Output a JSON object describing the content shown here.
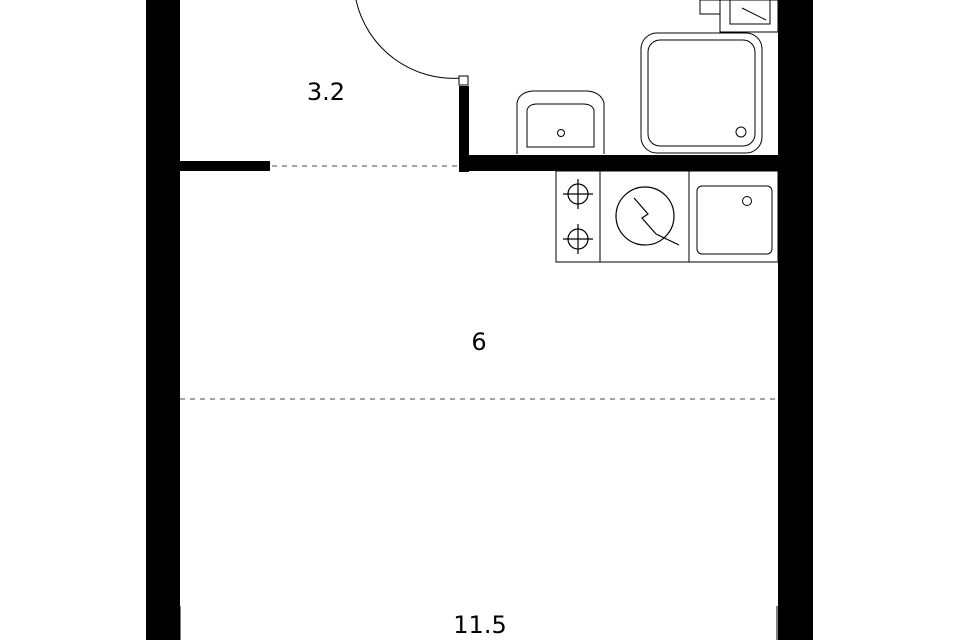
{
  "floor_plan": {
    "rooms": [
      {
        "id": "hall",
        "area_label": "3.2"
      },
      {
        "id": "kitchen",
        "area_label": "6"
      },
      {
        "id": "living",
        "area_label": "11.5"
      }
    ],
    "fixtures": [
      "door-swing-icon",
      "sink-icon",
      "shower-tray-icon",
      "toilet-icon",
      "hob-icon",
      "oven-icon",
      "kitchen-sink-icon"
    ],
    "colors": {
      "wall": "#000000",
      "line": "#4a4a4a",
      "background": "#ffffff"
    }
  }
}
